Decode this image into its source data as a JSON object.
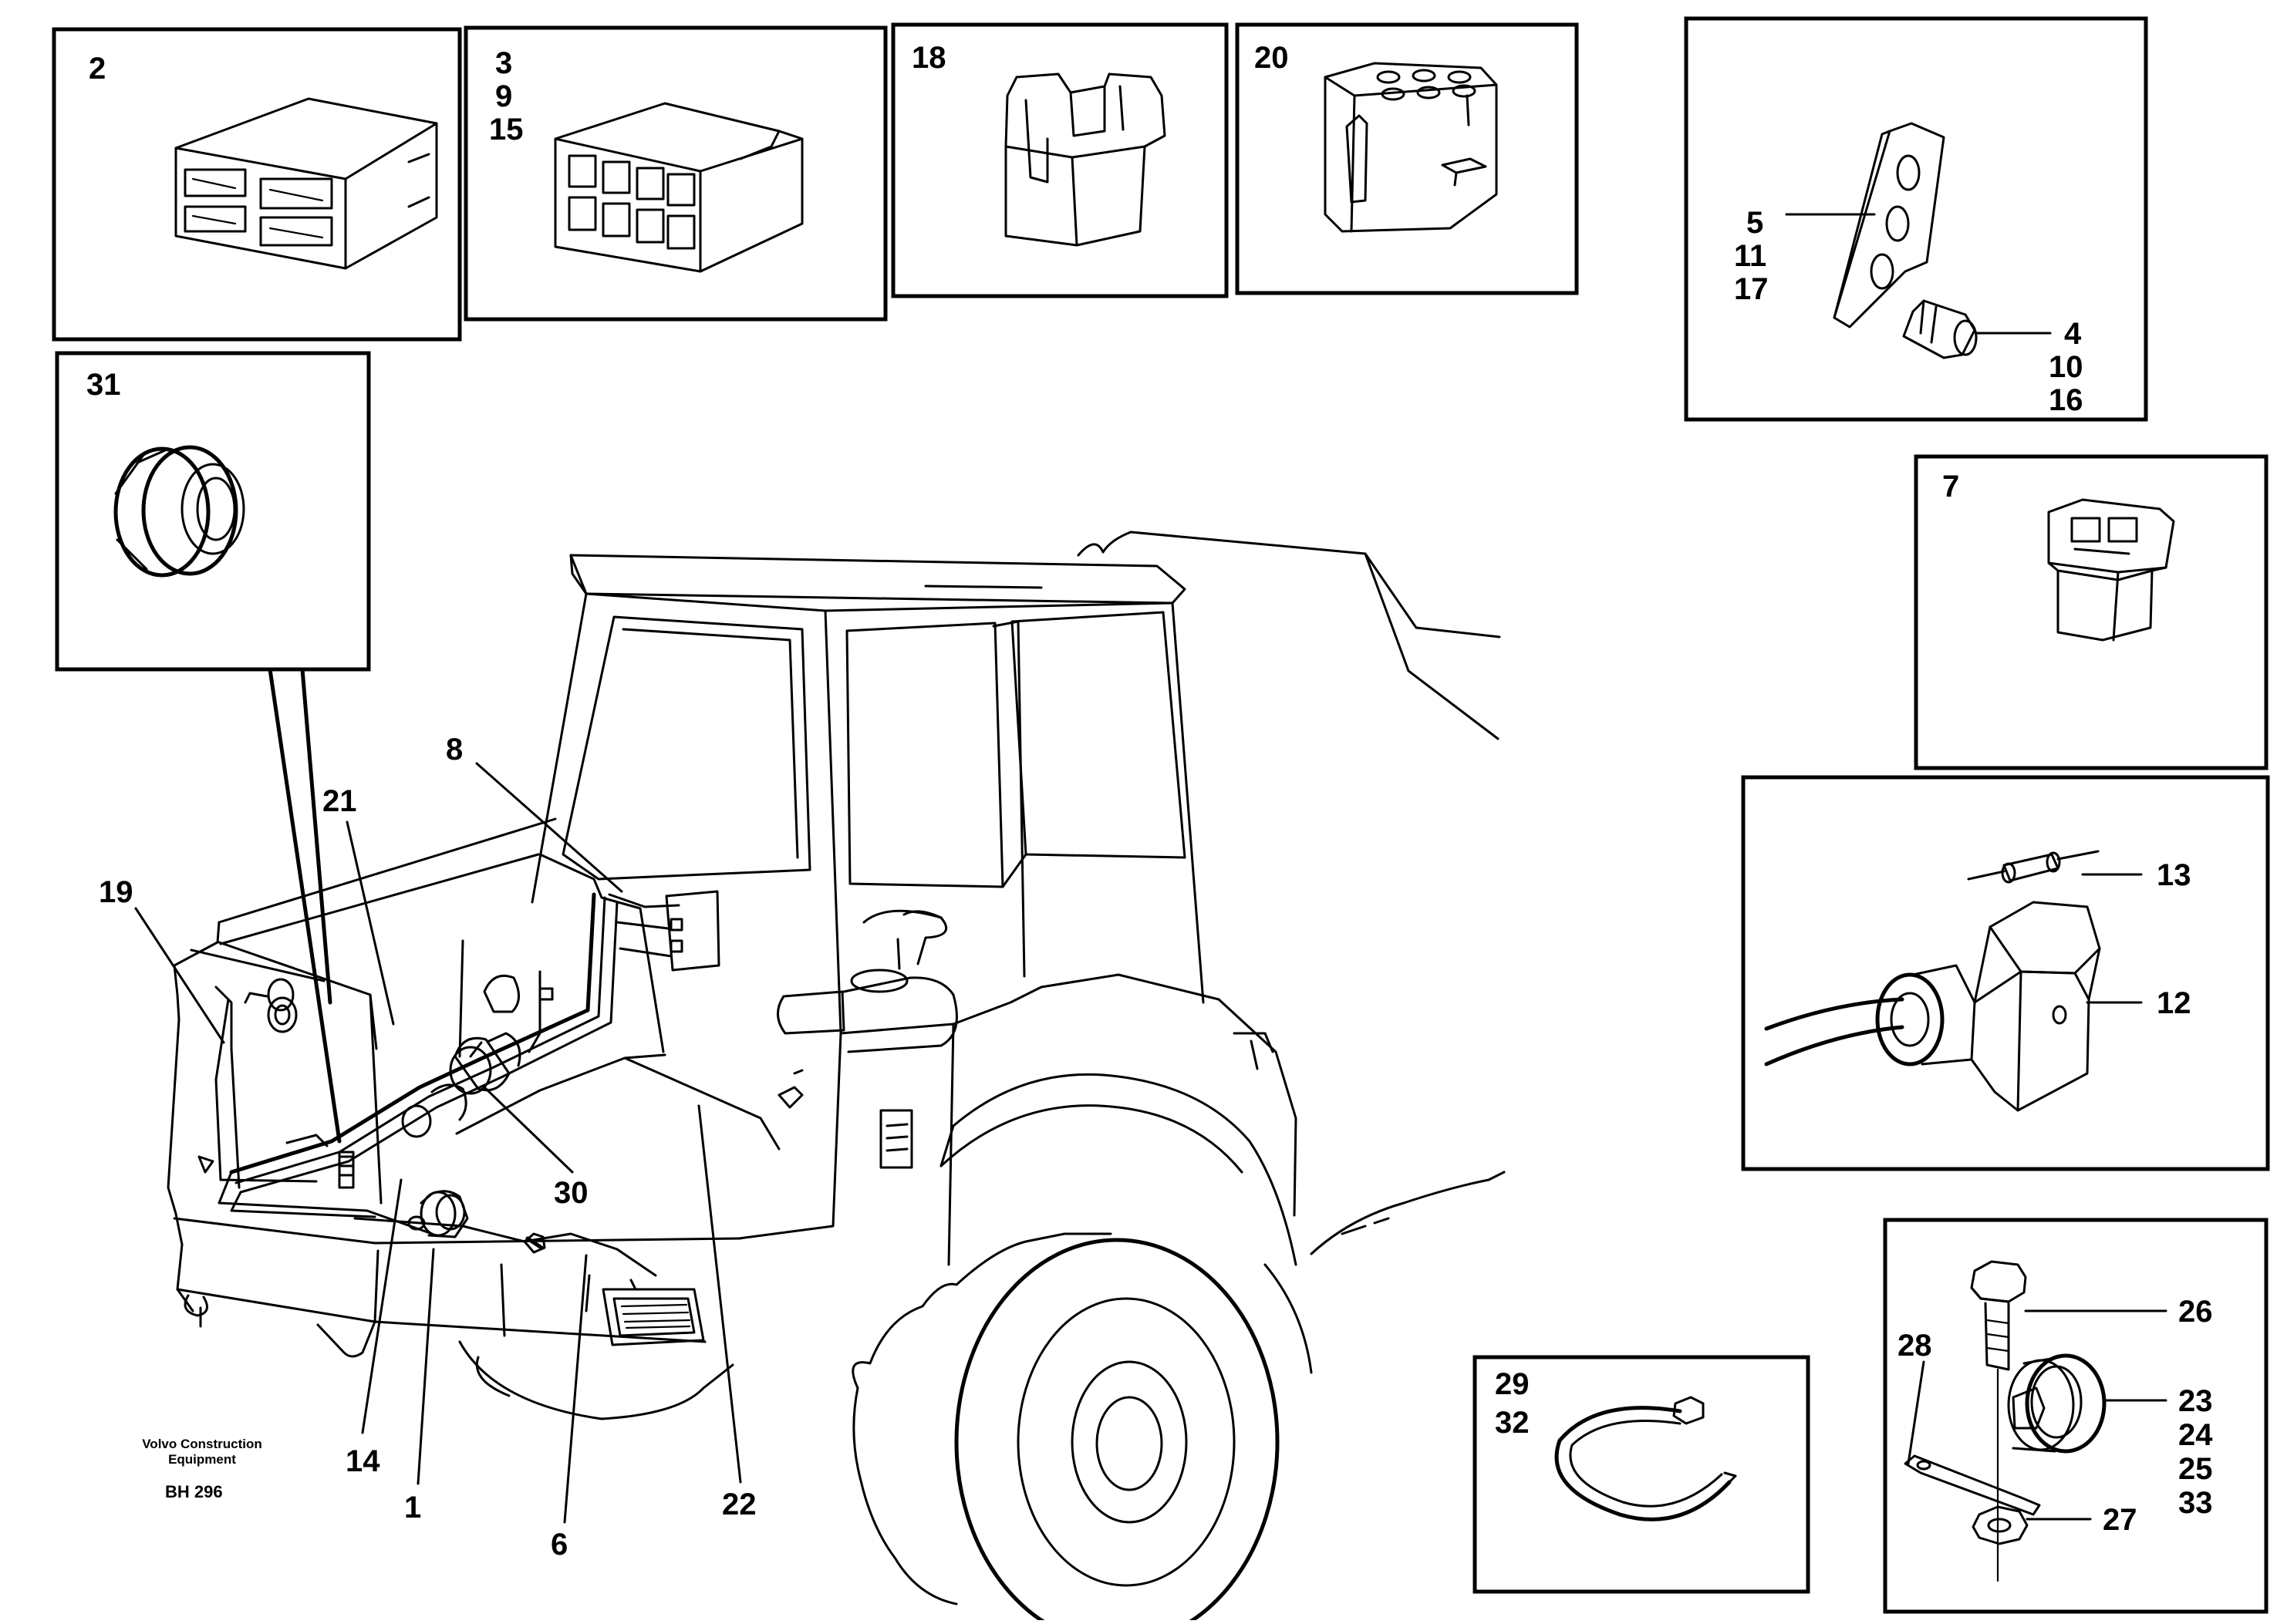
{
  "diagram": {
    "inset_labels": {
      "box_2": [
        "2"
      ],
      "box_3": [
        "3",
        "9",
        "15"
      ],
      "box_18": [
        "18"
      ],
      "box_20": [
        "20"
      ],
      "box_5": [
        "5",
        "11",
        "17"
      ],
      "box_4": [
        "4",
        "10",
        "16"
      ],
      "box_31": [
        "31"
      ],
      "box_7": [
        "7"
      ],
      "box_13": [
        "13"
      ],
      "box_12": [
        "12"
      ],
      "box_29": [
        "29",
        "32"
      ],
      "box_26": [
        "26"
      ],
      "box_28": [
        "28"
      ],
      "box_23": [
        "23",
        "24",
        "25",
        "33"
      ],
      "box_27": [
        "27"
      ]
    },
    "machine_labels": {
      "l8": "8",
      "l21": "21",
      "l19": "19",
      "l30": "30",
      "l14": "14",
      "l1": "1",
      "l6": "6",
      "l22": "22"
    },
    "footer": {
      "company_line1": "Volvo Construction",
      "company_line2": "Equipment",
      "code": "BH 296"
    }
  }
}
